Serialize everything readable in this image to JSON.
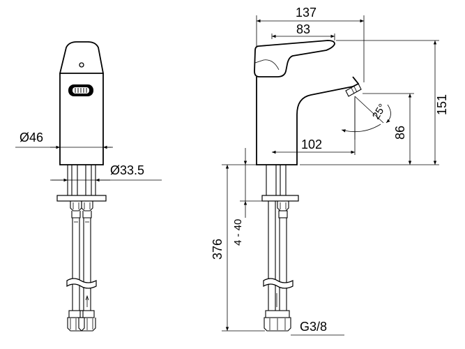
{
  "dimensions": {
    "front_body_diameter": "Ø46",
    "front_shank_diameter": "Ø33.5",
    "side_total_depth": "137",
    "side_lever_length": "83",
    "side_height": "151",
    "side_spout_height": "86",
    "side_spout_reach": "102",
    "side_spout_angle": "25°",
    "side_counter_thickness": "4 - 40",
    "side_hose_length": "376",
    "side_connection_thread": "G3/8"
  }
}
